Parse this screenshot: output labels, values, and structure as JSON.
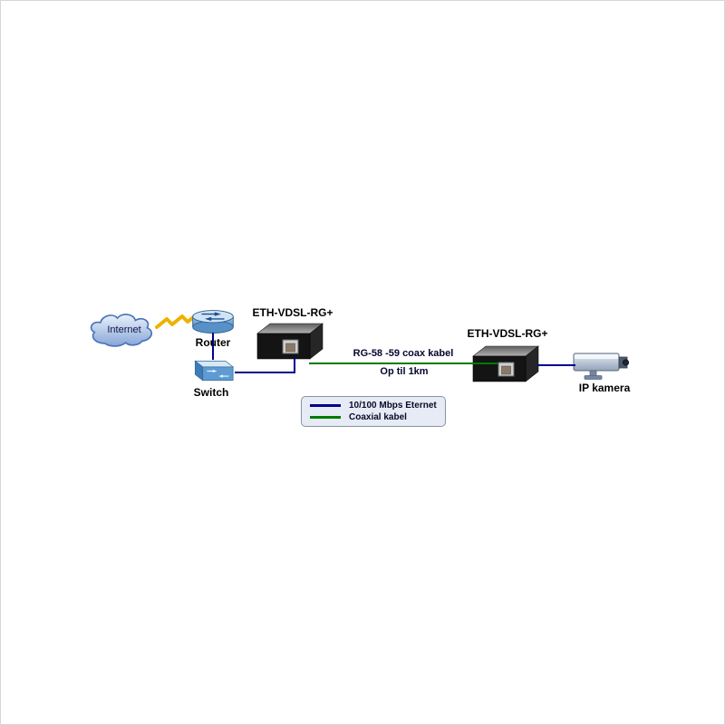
{
  "diagram": {
    "nodes": {
      "internet": {
        "label": "Internet"
      },
      "router": {
        "label": "Router"
      },
      "switch": {
        "label": "Switch"
      },
      "converter_left": {
        "label": "ETH-VDSL-RG+"
      },
      "converter_right": {
        "label": "ETH-VDSL-RG+"
      },
      "ip_camera": {
        "label": "IP kamera"
      }
    },
    "coax_link": {
      "label": "RG-58 -59 coax kabel",
      "distance": "Op til 1km"
    },
    "legend": {
      "items": [
        {
          "label": "10/100 Mbps Eternet",
          "color": "#00008b"
        },
        {
          "label": "Coaxial kabel",
          "color": "#007a00"
        }
      ]
    },
    "colors": {
      "ethernet_line": "#00008b",
      "coax_line": "#007a00",
      "internet_link": "#edb200"
    }
  }
}
